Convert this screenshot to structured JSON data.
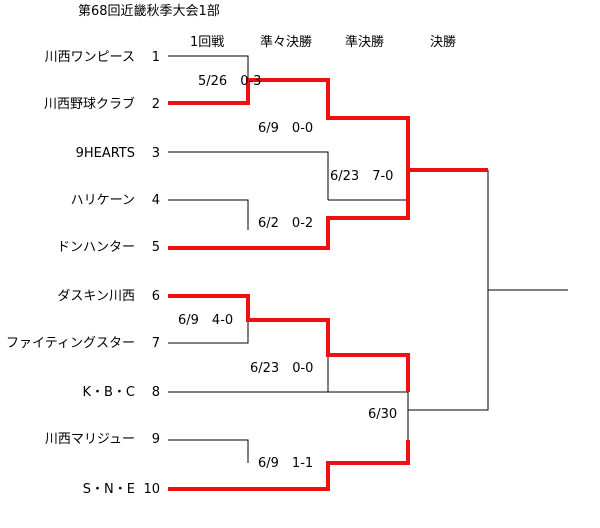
{
  "title": "第68回近畿秋季大会1部",
  "rounds": [
    "1回戦",
    "準々決勝",
    "準決勝",
    "決勝"
  ],
  "teams": [
    {
      "name": "川西ワンピース",
      "seed": "1"
    },
    {
      "name": "川西野球クラブ",
      "seed": "2"
    },
    {
      "name": "9HEARTS",
      "seed": "3"
    },
    {
      "name": "ハリケーン",
      "seed": "4"
    },
    {
      "name": "ドンハンター",
      "seed": "5"
    },
    {
      "name": "ダスキン川西",
      "seed": "6"
    },
    {
      "name": "ファイティングスター",
      "seed": "7"
    },
    {
      "name": "K・B・C",
      "seed": "8"
    },
    {
      "name": "川西マリジュー",
      "seed": "9"
    },
    {
      "name": "S・N・E",
      "seed": "10"
    }
  ],
  "results": {
    "r1_top": "5/26　0-3",
    "qf1": "6/9　0-0",
    "qf2": "6/2　0-2",
    "r1_bottom": "6/9　4-0",
    "qf3": "6/23　0-0",
    "qf4": "6/9　1-1",
    "sf1": "6/23　7-0",
    "sf2": "6/30"
  },
  "colors": {
    "winner_line": "#ee1111",
    "line": "#000000"
  }
}
